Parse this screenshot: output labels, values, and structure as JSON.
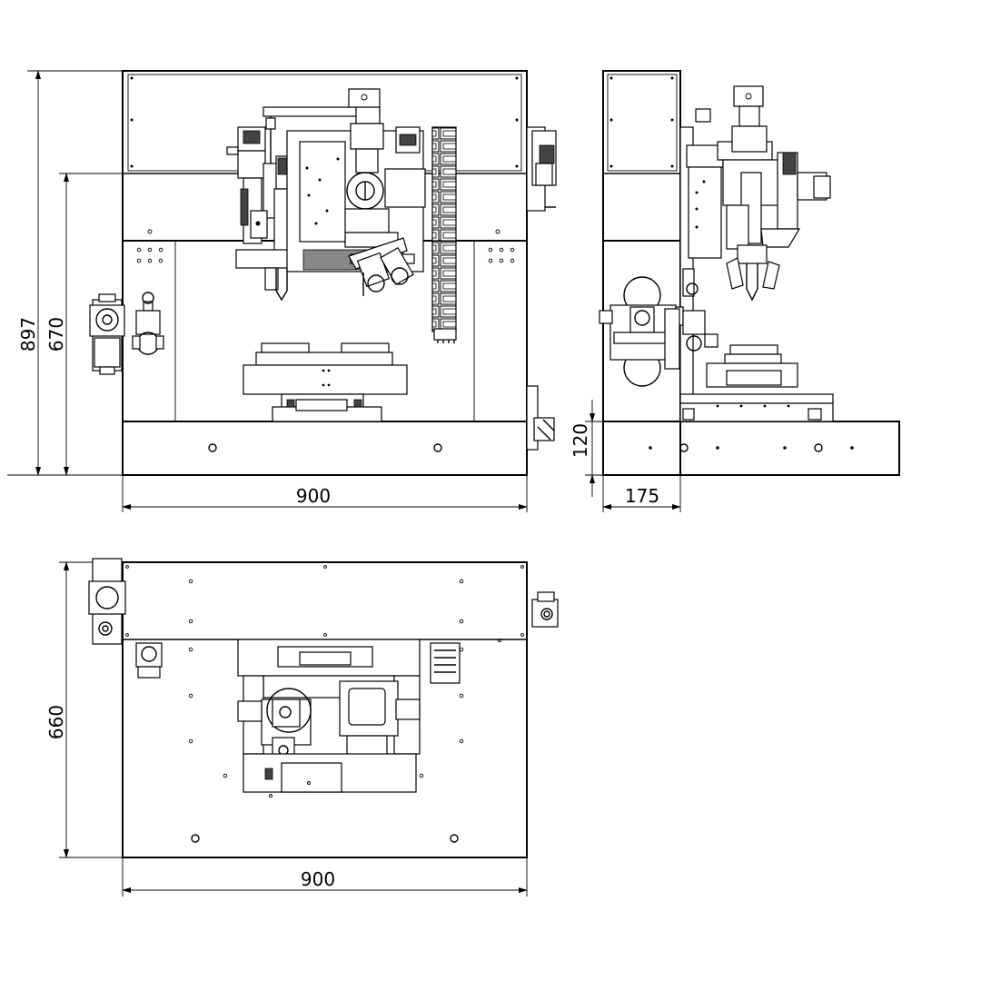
{
  "dimensions": {
    "front": {
      "height_total": "897",
      "height_frame": "670",
      "width": "900"
    },
    "side": {
      "base_height": "120",
      "depth": "175"
    },
    "top": {
      "depth": "660",
      "width": "900"
    }
  },
  "colors": {
    "line": "#000000",
    "background": "#ffffff"
  }
}
